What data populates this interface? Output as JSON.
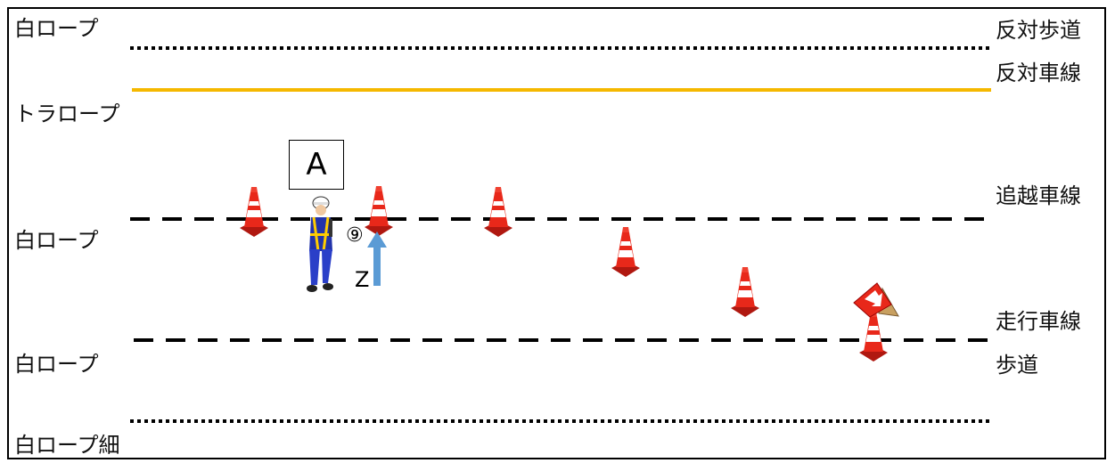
{
  "labels": {
    "left": [
      "白ロープ",
      "トラロープ",
      "白ロープ",
      "白ロープ",
      "白ロープ細"
    ],
    "right": [
      "反対歩道",
      "反対車線",
      "追越車線",
      "走行車線",
      "歩道"
    ]
  },
  "marker_a": "A",
  "step_number": "⑨",
  "direction_label": "Z",
  "colors": {
    "rope_yellow": "#f5b800",
    "cone_red": "#e02010",
    "arrow_blue": "#5b9bd5",
    "worker_blue": "#2233aa"
  }
}
